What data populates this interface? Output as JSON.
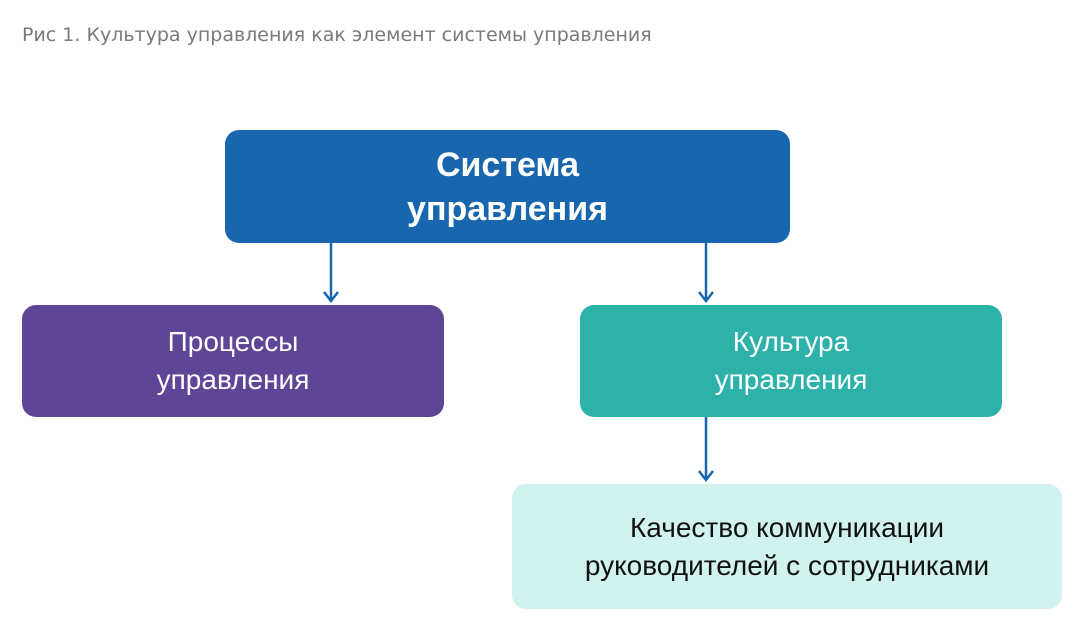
{
  "caption": "Рис 1. Культура управления как элемент системы управления",
  "nodes": {
    "system": {
      "lines": [
        "Система",
        "управления"
      ]
    },
    "processes": {
      "lines": [
        "Процессы",
        "управления"
      ]
    },
    "culture": {
      "lines": [
        "Культура",
        "управления"
      ]
    },
    "quality": {
      "lines": [
        "Качество коммуникации",
        "руководителей с сотрудниками"
      ]
    }
  },
  "colors": {
    "system_fill": "#1766AE",
    "system_text": "#ffffff",
    "processes_fill": "#5E4596",
    "processes_text": "#ffffff",
    "culture_fill": "#2DB2A9",
    "culture_text": "#ffffff",
    "quality_fill": "#D2F2EF",
    "quality_text": "#111111",
    "arrow": "#1766AE",
    "caption": "#7a7a7a"
  },
  "edges": [
    {
      "from": "system",
      "to": "processes"
    },
    {
      "from": "system",
      "to": "culture"
    },
    {
      "from": "culture",
      "to": "quality"
    }
  ]
}
